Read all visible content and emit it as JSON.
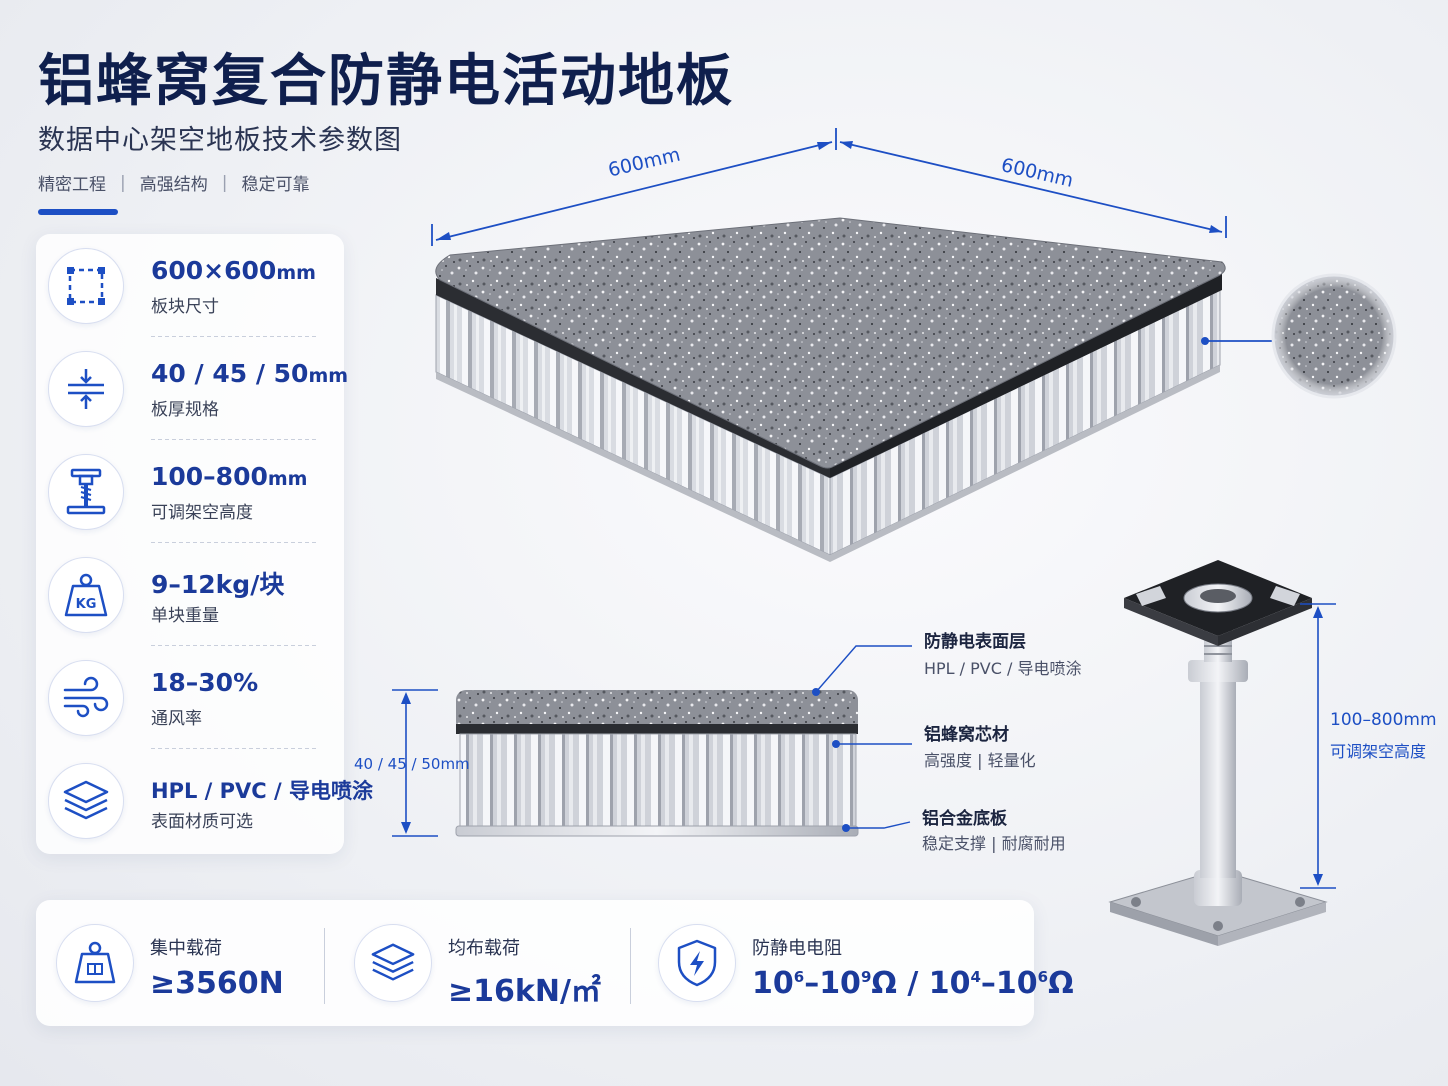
{
  "header": {
    "title": "铝蜂窝复合防静电活动地板",
    "subtitle": "数据中心架空地板技术参数图",
    "tags": [
      "精密工程",
      "高强结构",
      "稳定可靠"
    ],
    "tag_separator": "|"
  },
  "colors": {
    "accent": "#1d4fc4",
    "title": "#0f1f4d",
    "value": "#1b3a9a"
  },
  "specs": [
    {
      "icon": "dimension-square-icon",
      "value": "600×600",
      "unit": "mm",
      "label": "板块尺寸"
    },
    {
      "icon": "thickness-arrows-icon",
      "value": "40 / 45 / 50",
      "unit": "mm",
      "label": "板厚规格"
    },
    {
      "icon": "pedestal-icon",
      "value": "100–800",
      "unit": "mm",
      "label": "可调架空高度"
    },
    {
      "icon": "weight-kg-icon",
      "value": "9–12kg/块",
      "unit": "",
      "label": "单块重量",
      "icon_text": "KG"
    },
    {
      "icon": "airflow-icon",
      "value": "18–30%",
      "unit": "",
      "label": "通风率"
    },
    {
      "icon": "layers-icon",
      "value": "HPL / PVC / 导电喷涂",
      "unit": "",
      "label": "表面材质可选"
    }
  ],
  "metrics": [
    {
      "icon": "weight-load-icon",
      "label": "集中载荷",
      "value": "≥3560N"
    },
    {
      "icon": "stack-layers-icon",
      "label": "均布载荷",
      "value": "≥16kN/㎡"
    },
    {
      "icon": "lightning-shield-icon",
      "label": "防静电电阻",
      "value_parts": [
        "10",
        "6",
        "–10",
        "9",
        "Ω / 10",
        "4",
        "–10",
        "6",
        "Ω"
      ]
    }
  ],
  "diagram": {
    "width_left": "600mm",
    "width_right": "600mm",
    "thickness": "40 / 45 / 50mm",
    "callouts": [
      {
        "title": "防静电表面层",
        "sub": "HPL / PVC / 导电喷涂"
      },
      {
        "title": "铝蜂窝芯材",
        "sub": "高强度 | 轻量化"
      },
      {
        "title": "铝合金底板",
        "sub": "稳定支撑 | 耐腐耐用"
      }
    ],
    "pedestal": {
      "value": "100–800mm",
      "label": "可调架空高度"
    }
  }
}
